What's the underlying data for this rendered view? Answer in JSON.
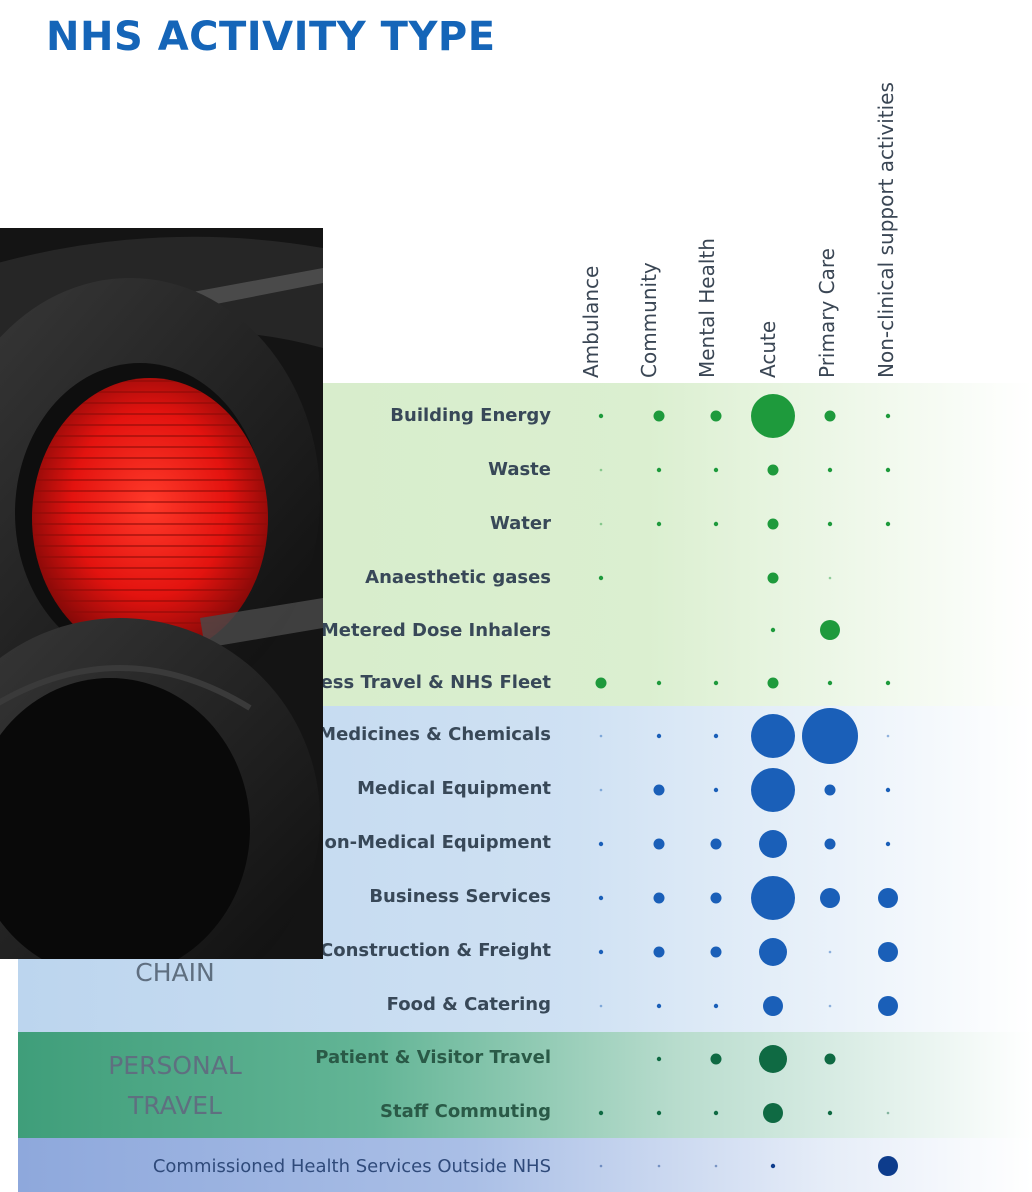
{
  "title": "NHS ACTIVITY TYPE",
  "chart_data": {
    "type": "bubble-matrix",
    "columns": [
      "Ambulance",
      "Community",
      "Mental Health",
      "Acute",
      "Primary Care",
      "Non-clinical support activities"
    ],
    "groups": [
      {
        "name": "",
        "color": "#1e9a3c",
        "rows": [
          {
            "label": "Building Energy",
            "values": [
              1,
              2,
              2,
              5,
              2,
              1
            ]
          },
          {
            "label": "Waste",
            "values": [
              0.5,
              1,
              1,
              2,
              1,
              1
            ]
          },
          {
            "label": "Water",
            "values": [
              0.5,
              1,
              1,
              2,
              1,
              1
            ]
          },
          {
            "label": "Anaesthetic gases",
            "values": [
              1,
              0,
              0,
              2,
              0.5,
              0
            ]
          },
          {
            "label": "Metered Dose Inhalers",
            "values": [
              0,
              0,
              0,
              1,
              3,
              0
            ]
          },
          {
            "label": "ness Travel & NHS Fleet",
            "values": [
              2,
              1,
              1,
              2,
              1,
              1
            ]
          }
        ]
      },
      {
        "name": "CHAIN",
        "color": "#1a5fb8",
        "rows": [
          {
            "label": "Medicines & Chemicals",
            "values": [
              0.5,
              1,
              1,
              5,
              6,
              0.5
            ]
          },
          {
            "label": "Medical Equipment",
            "values": [
              0.5,
              2,
              1,
              5,
              2,
              1
            ]
          },
          {
            "label": "Non-Medical Equipment",
            "values": [
              1,
              2,
              2,
              4,
              2,
              1
            ]
          },
          {
            "label": "Business Services",
            "values": [
              1,
              2,
              2,
              5,
              3,
              3
            ]
          },
          {
            "label": "Construction & Freight",
            "values": [
              1,
              2,
              2,
              4,
              0.5,
              3
            ]
          },
          {
            "label": "Food & Catering",
            "values": [
              0.5,
              1,
              1,
              3,
              0.5,
              3
            ]
          }
        ]
      },
      {
        "name": "PERSONAL TRAVEL",
        "color": "#0f6a43",
        "rows": [
          {
            "label": "Patient & Visitor Travel",
            "values": [
              0,
              1,
              2,
              4,
              2,
              0
            ]
          },
          {
            "label": "Staff Commuting",
            "values": [
              1,
              1,
              1,
              3,
              1,
              0.5
            ]
          }
        ]
      },
      {
        "name": "",
        "color": "#0d3c8c",
        "rows": [
          {
            "label": "Commissioned Health Services Outside NHS",
            "values": [
              0.5,
              0.5,
              0.5,
              1,
              0,
              3
            ]
          }
        ]
      }
    ]
  }
}
